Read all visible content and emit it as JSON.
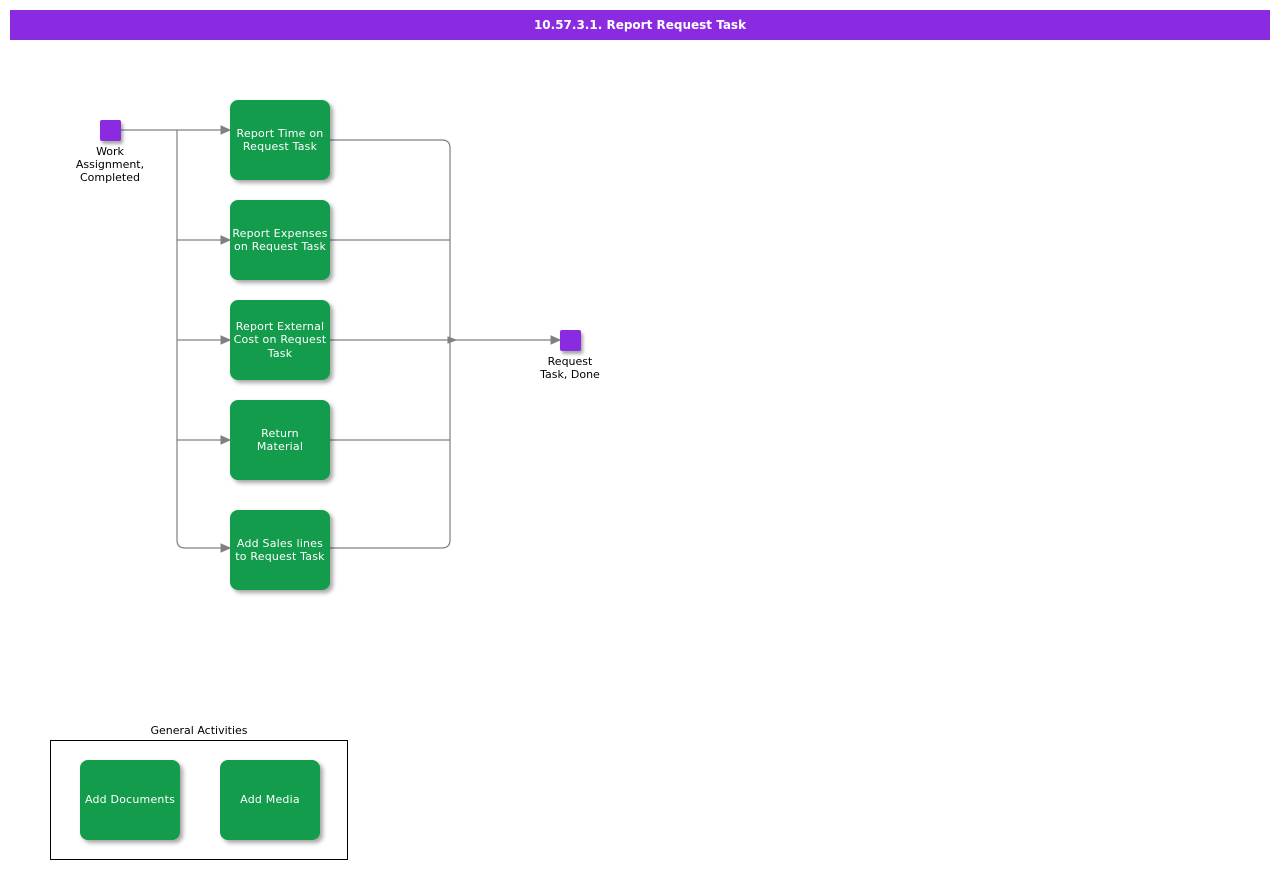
{
  "header": {
    "title": "10.57.3.1. Report Request Task"
  },
  "colors": {
    "header_bg": "#8A2BE2",
    "task_green": "#129C4B",
    "event_purple": "#8A2BE2",
    "connector_gray": "#808080"
  },
  "events": {
    "start": {
      "label": "Work\nAssignment,\nCompleted"
    },
    "end": {
      "label": "Request\nTask, Done"
    }
  },
  "tasks": [
    {
      "label": "Report Time on\nRequest Task"
    },
    {
      "label": "Report Expenses\non Request Task"
    },
    {
      "label": "Report External\nCost on Request\nTask"
    },
    {
      "label": "Return\nMaterial"
    },
    {
      "label": "Add Sales lines\nto Request Task"
    }
  ],
  "general_activities": {
    "title": "General Activities",
    "tasks": [
      {
        "label": "Add Documents"
      },
      {
        "label": "Add Media"
      }
    ]
  }
}
